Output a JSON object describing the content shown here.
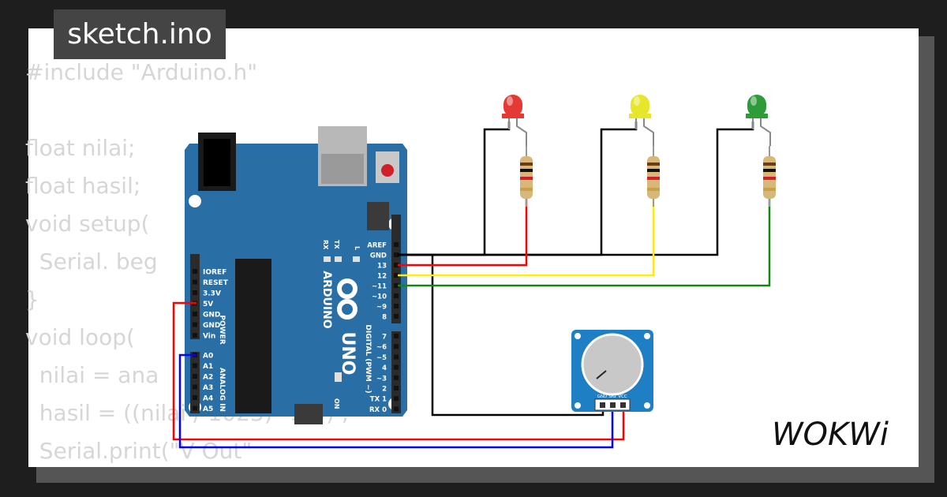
{
  "tab": {
    "title": "sketch.ino"
  },
  "code_lines": [
    "#include \"Arduino.h\"",
    "",
    "float nilai;",
    "float hasil;",
    "void setup(",
    "  Serial. beg",
    "}",
    "void loop(",
    "  nilai = ana",
    "  hasil = ((nilai / 1023) *5.0) ;",
    "  Serial.print(\"V Out\""
  ],
  "board": {
    "brand": "ARDUINO",
    "model": "UNO",
    "digital_label": "DIGITAL (PWM ~)",
    "power_label": "POWER",
    "analog_label": "ANALOG IN",
    "on_label": "ON",
    "l_label": "L",
    "tx_led": "TX",
    "rx_led": "RX",
    "power_pins": [
      "IOREF",
      "RESET",
      "3.3V",
      "5V",
      "GND",
      "GND",
      "Vin"
    ],
    "analog_pins": [
      "A0",
      "A1",
      "A2",
      "A3",
      "A4",
      "A5"
    ],
    "digital_pins_top": [
      "AREF",
      "GND",
      "13",
      "12",
      "~11",
      "~10",
      "~9",
      "8"
    ],
    "digital_pins_bottom": [
      "7",
      "~6",
      "~5",
      "4",
      "~3",
      "2",
      "TX 1",
      "RX 0"
    ]
  },
  "potentiometer": {
    "pins": [
      "GND",
      "SIG",
      "VCC"
    ]
  },
  "leds": [
    {
      "color": "#e53935",
      "name": "red"
    },
    {
      "color": "#e6e62a",
      "name": "yellow"
    },
    {
      "color": "#2e9b3a",
      "name": "green"
    }
  ],
  "wire_colors": {
    "gnd": "#000000",
    "d13": "#ff0000",
    "d12": "#ffee00",
    "d11": "#118811",
    "vcc": "#ff0000",
    "sig": "#0000ff"
  },
  "brand_logo": "WOKWi"
}
